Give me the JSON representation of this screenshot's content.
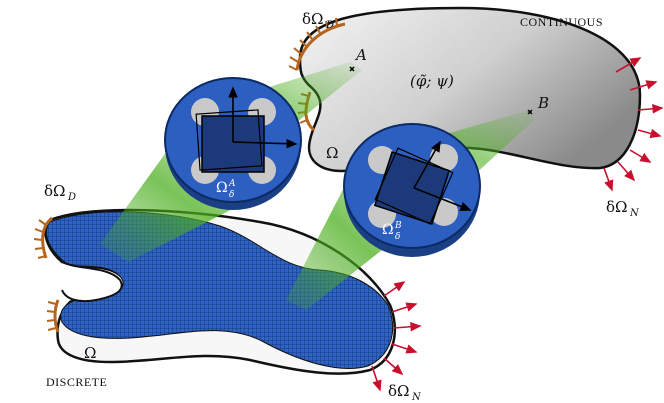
{
  "labels": {
    "continuous": "CONTINUOUS",
    "discrete": "DISCRETE",
    "boundary_dirichlet": "δΩ",
    "boundary_dirichlet_sub": "D",
    "boundary_neumann": "δΩ",
    "boundary_neumann_sub": "N",
    "domain": "Ω",
    "point_a": "A",
    "point_b": "B",
    "fields": "(φ̃; ψ)",
    "rve": "Ω",
    "rve_sub": "δ",
    "rve_a_sup": "A",
    "rve_b_sup": "B"
  },
  "colors": {
    "continuous_fill_light": "#f2f2f2",
    "continuous_fill_dark": "#8c8c8c",
    "discrete_fill": "#2f63c4",
    "rve_fill": "#2c5fc0",
    "projection_green": "#4caf1f",
    "dirichlet_hatch": "#b5651d",
    "neumann_arrow": "#c8102e"
  }
}
